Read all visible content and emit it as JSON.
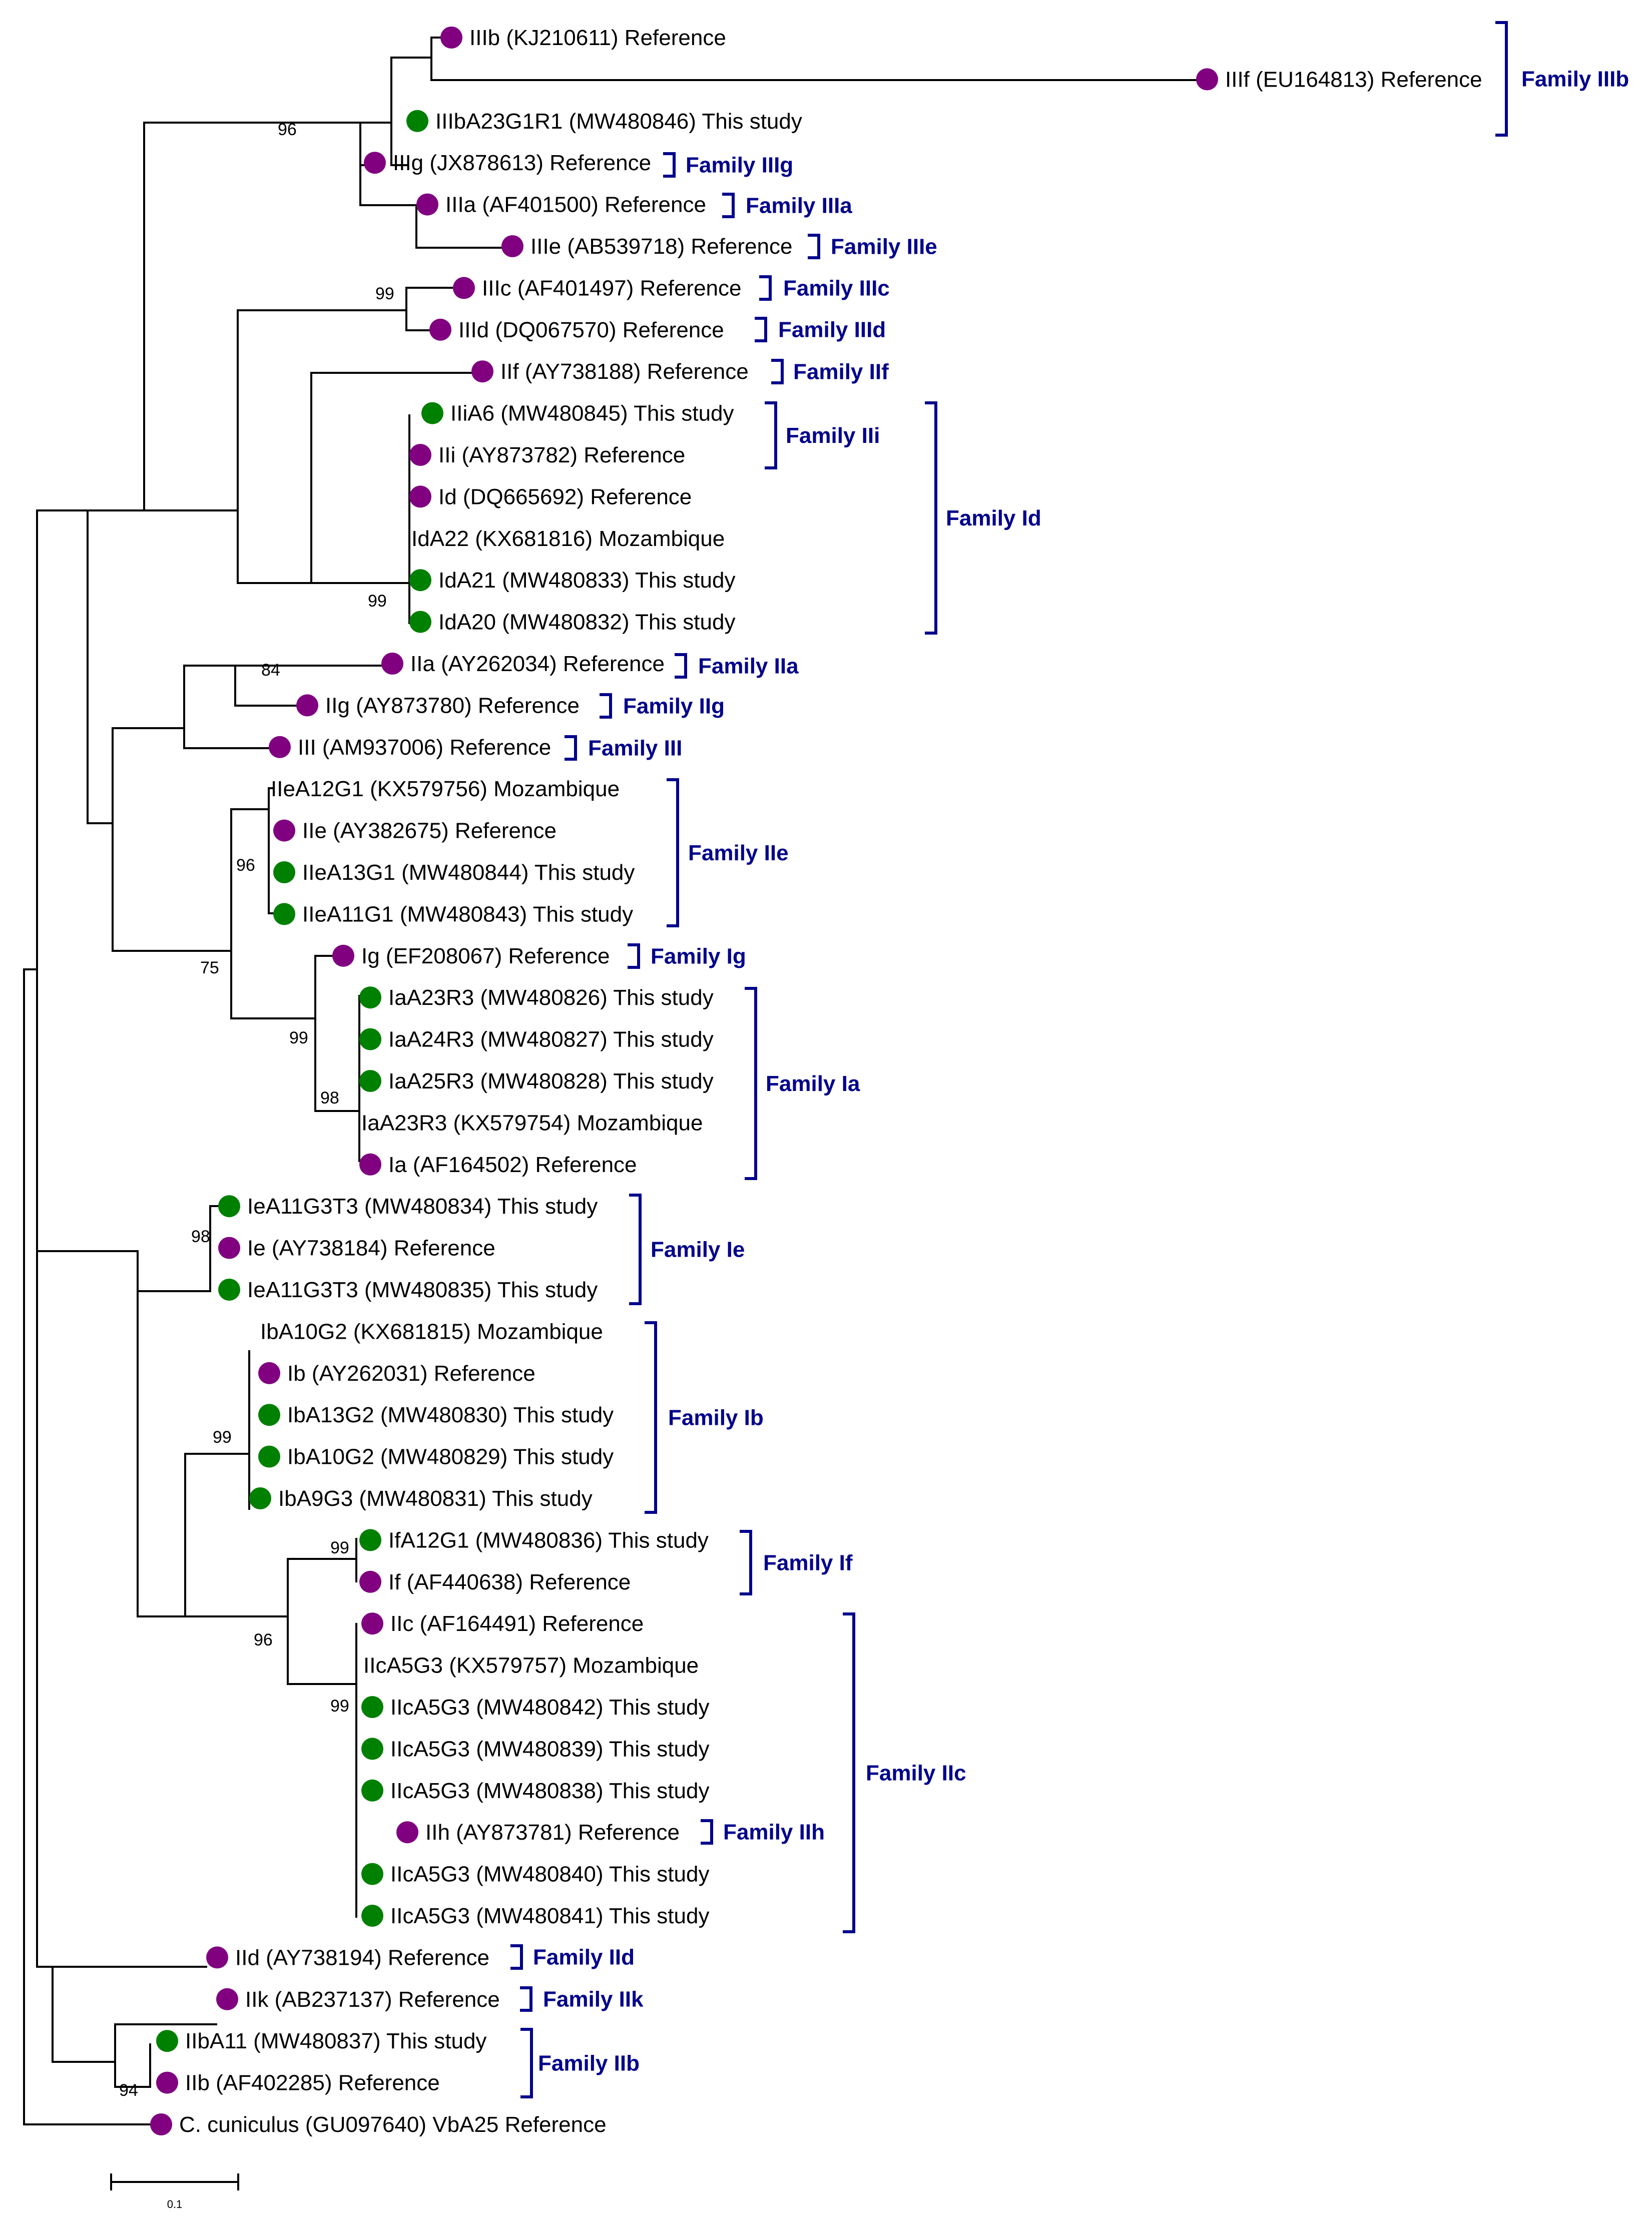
{
  "colors": {
    "reference_dot": "#800080",
    "study_dot": "#008000",
    "family": "#00008B",
    "branch": "#000000"
  },
  "taxa": [
    {
      "id": "t1",
      "label": "IIIb (KJ210611) Reference",
      "marker": "reference"
    },
    {
      "id": "t2",
      "label": "IIIf (EU164813) Reference",
      "marker": "reference"
    },
    {
      "id": "t3",
      "label": "IIIbA23G1R1 (MW480846) This study",
      "marker": "study"
    },
    {
      "id": "t4",
      "label": "IIIg (JX878613) Reference",
      "marker": "reference"
    },
    {
      "id": "t5",
      "label": "IIIa (AF401500) Reference",
      "marker": "reference"
    },
    {
      "id": "t6",
      "label": "IIIe (AB539718) Reference",
      "marker": "reference"
    },
    {
      "id": "t7",
      "label": "IIIc (AF401497) Reference",
      "marker": "reference"
    },
    {
      "id": "t8",
      "label": "IIId (DQ067570) Reference",
      "marker": "reference"
    },
    {
      "id": "t9",
      "label": "IIf (AY738188) Reference",
      "marker": "reference"
    },
    {
      "id": "t10",
      "label": "IIiA6 (MW480845) This study",
      "marker": "study"
    },
    {
      "id": "t11",
      "label": "IIi (AY873782) Reference",
      "marker": "reference"
    },
    {
      "id": "t12",
      "label": "Id (DQ665692) Reference",
      "marker": "reference"
    },
    {
      "id": "t13",
      "label": "IdA22 (KX681816) Mozambique",
      "marker": "none"
    },
    {
      "id": "t14",
      "label": "IdA21 (MW480833) This study",
      "marker": "study"
    },
    {
      "id": "t15",
      "label": "IdA20 (MW480832) This study",
      "marker": "study"
    },
    {
      "id": "t16",
      "label": "IIa (AY262034) Reference",
      "marker": "reference"
    },
    {
      "id": "t17",
      "label": "IIg (AY873780) Reference",
      "marker": "reference"
    },
    {
      "id": "t18",
      "label": "III (AM937006) Reference",
      "marker": "reference"
    },
    {
      "id": "t19",
      "label": "IIeA12G1 (KX579756) Mozambique",
      "marker": "none"
    },
    {
      "id": "t20",
      "label": "IIe (AY382675) Reference",
      "marker": "reference"
    },
    {
      "id": "t21",
      "label": "IIeA13G1 (MW480844) This study",
      "marker": "study"
    },
    {
      "id": "t22",
      "label": "IIeA11G1 (MW480843) This study",
      "marker": "study"
    },
    {
      "id": "t23",
      "label": "Ig (EF208067) Reference",
      "marker": "reference"
    },
    {
      "id": "t24",
      "label": "IaA23R3 (MW480826) This study",
      "marker": "study"
    },
    {
      "id": "t25",
      "label": "IaA24R3 (MW480827) This study",
      "marker": "study"
    },
    {
      "id": "t26",
      "label": "IaA25R3 (MW480828) This study",
      "marker": "study"
    },
    {
      "id": "t27",
      "label": "IaA23R3 (KX579754) Mozambique",
      "marker": "none"
    },
    {
      "id": "t28",
      "label": "Ia (AF164502) Reference",
      "marker": "reference"
    },
    {
      "id": "t29",
      "label": "IeA11G3T3 (MW480834) This study",
      "marker": "study"
    },
    {
      "id": "t30",
      "label": "Ie (AY738184) Reference",
      "marker": "reference"
    },
    {
      "id": "t31",
      "label": "IeA11G3T3 (MW480835) This study",
      "marker": "study"
    },
    {
      "id": "t32",
      "label": "IbA10G2 (KX681815) Mozambique",
      "marker": "none"
    },
    {
      "id": "t33",
      "label": "Ib (AY262031) Reference",
      "marker": "reference"
    },
    {
      "id": "t34",
      "label": "IbA13G2 (MW480830) This study",
      "marker": "study"
    },
    {
      "id": "t35",
      "label": "IbA10G2 (MW480829) This study",
      "marker": "study"
    },
    {
      "id": "t36",
      "label": "IbA9G3 (MW480831) This study",
      "marker": "study"
    },
    {
      "id": "t37",
      "label": "IfA12G1 (MW480836) This study",
      "marker": "study"
    },
    {
      "id": "t38",
      "label": "If (AF440638) Reference",
      "marker": "reference"
    },
    {
      "id": "t39",
      "label": "IIc (AF164491) Reference",
      "marker": "reference"
    },
    {
      "id": "t40",
      "label": "IIcA5G3 (KX579757) Mozambique",
      "marker": "none"
    },
    {
      "id": "t41",
      "label": "IIcA5G3 (MW480842) This study",
      "marker": "study"
    },
    {
      "id": "t42",
      "label": "IIcA5G3 (MW480839) This study",
      "marker": "study"
    },
    {
      "id": "t43",
      "label": "IIcA5G3 (MW480838) This study",
      "marker": "study"
    },
    {
      "id": "t44",
      "label": "IIh (AY873781) Reference",
      "marker": "reference"
    },
    {
      "id": "t45",
      "label": "IIcA5G3 (MW480840) This study",
      "marker": "study"
    },
    {
      "id": "t46",
      "label": "IIcA5G3 (MW480841) This study",
      "marker": "study"
    },
    {
      "id": "t47",
      "label": "IId (AY738194) Reference",
      "marker": "reference"
    },
    {
      "id": "t48",
      "label": "IIk (AB237137) Reference",
      "marker": "reference"
    },
    {
      "id": "t49",
      "label": "IIbA11 (MW480837) This study",
      "marker": "study"
    },
    {
      "id": "t50",
      "label": "IIb (AF402285) Reference",
      "marker": "reference"
    },
    {
      "id": "t51",
      "label": "C. cuniculus (GU097640) VbA25 Reference",
      "marker": "reference"
    }
  ],
  "bootstrap_values": [
    "96",
    "99",
    "99",
    "84",
    "96",
    "75",
    "99",
    "98",
    "98",
    "99",
    "99",
    "96",
    "99",
    "94"
  ],
  "families": [
    {
      "id": "f1",
      "label": "Family IIIb"
    },
    {
      "id": "f2",
      "label": "Family IIIg"
    },
    {
      "id": "f3",
      "label": "Family IIIa"
    },
    {
      "id": "f4",
      "label": "Family IIIe"
    },
    {
      "id": "f5",
      "label": "Family IIIc"
    },
    {
      "id": "f6",
      "label": "Family IIId"
    },
    {
      "id": "f7",
      "label": "Family IIf"
    },
    {
      "id": "f8",
      "label": "Family IIi"
    },
    {
      "id": "f9",
      "label": "Family Id"
    },
    {
      "id": "f10",
      "label": "Family IIa"
    },
    {
      "id": "f11",
      "label": "Family IIg"
    },
    {
      "id": "f12",
      "label": "Family III"
    },
    {
      "id": "f13",
      "label": "Family IIe"
    },
    {
      "id": "f14",
      "label": "Family Ig"
    },
    {
      "id": "f15",
      "label": "Family Ia"
    },
    {
      "id": "f16",
      "label": "Family Ie"
    },
    {
      "id": "f17",
      "label": "Family Ib"
    },
    {
      "id": "f18",
      "label": "Family If"
    },
    {
      "id": "f19",
      "label": "Family IIc"
    },
    {
      "id": "f20",
      "label": "Family IIh"
    },
    {
      "id": "f21",
      "label": "Family IId"
    },
    {
      "id": "f22",
      "label": "Family IIk"
    },
    {
      "id": "f23",
      "label": "Family IIb"
    }
  ],
  "scale_bar": {
    "label": "0.1"
  }
}
